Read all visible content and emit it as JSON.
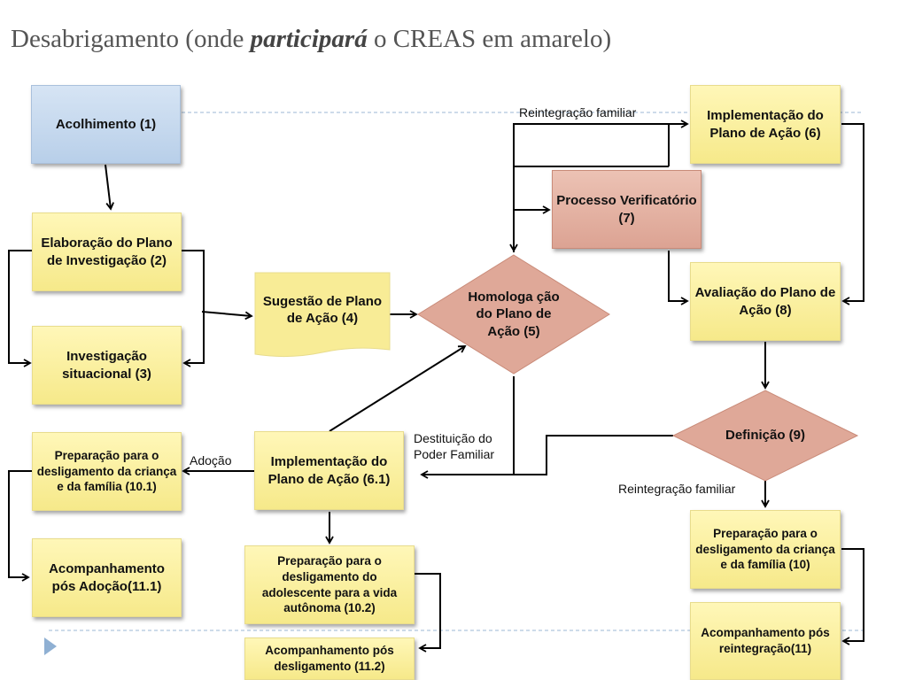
{
  "title": {
    "prefix": "Desabrigamento (onde ",
    "emphasis": "participará",
    "suffix": " o CREAS em amarelo)"
  },
  "nodes": {
    "acolhimento": "Acolhimento (1)",
    "elaboracao": "Elaboração do Plano de Investigação (2)",
    "investigacao": "Investigação situacional (3)",
    "sugestao": "Sugestão de Plano de Ação (4)",
    "homologacao": "Homologa ção do Plano de Ação (5)",
    "implementacao6": "Implementação do Plano de Ação (6)",
    "processo": "Processo Verificatório (7)",
    "avaliacao": "Avaliação do Plano de Ação (8)",
    "definicao": "Definição (9)",
    "implementacao61": "Implementação do Plano de Ação (6.1)",
    "prep101": "Preparação para o desligamento da criança e da família (10.1)",
    "acomp111": "Acompanhamento pós Adoção(11.1)",
    "prep102": "Preparação para o desligamento do adolescente para a vida autônoma (10.2)",
    "acomp112": "Acompanhamento pós desligamento (11.2)",
    "prep10": "Preparação para o desligamento da criança e da família (10)",
    "acomp11": "Acompanhamento pós reintegração(11)"
  },
  "edge_labels": {
    "reintegracao_top": "Reintegração familiar",
    "destituicao": "Destituição do Poder Familiar",
    "adocao": "Adoção",
    "reintegracao_bottom": "Reintegração familiar"
  },
  "colors": {
    "creas_yellow": "#f6e98a",
    "start_blue": "#b8cfe9",
    "judicial_red": "#dca393",
    "guide_line": "#9bb7d4"
  }
}
